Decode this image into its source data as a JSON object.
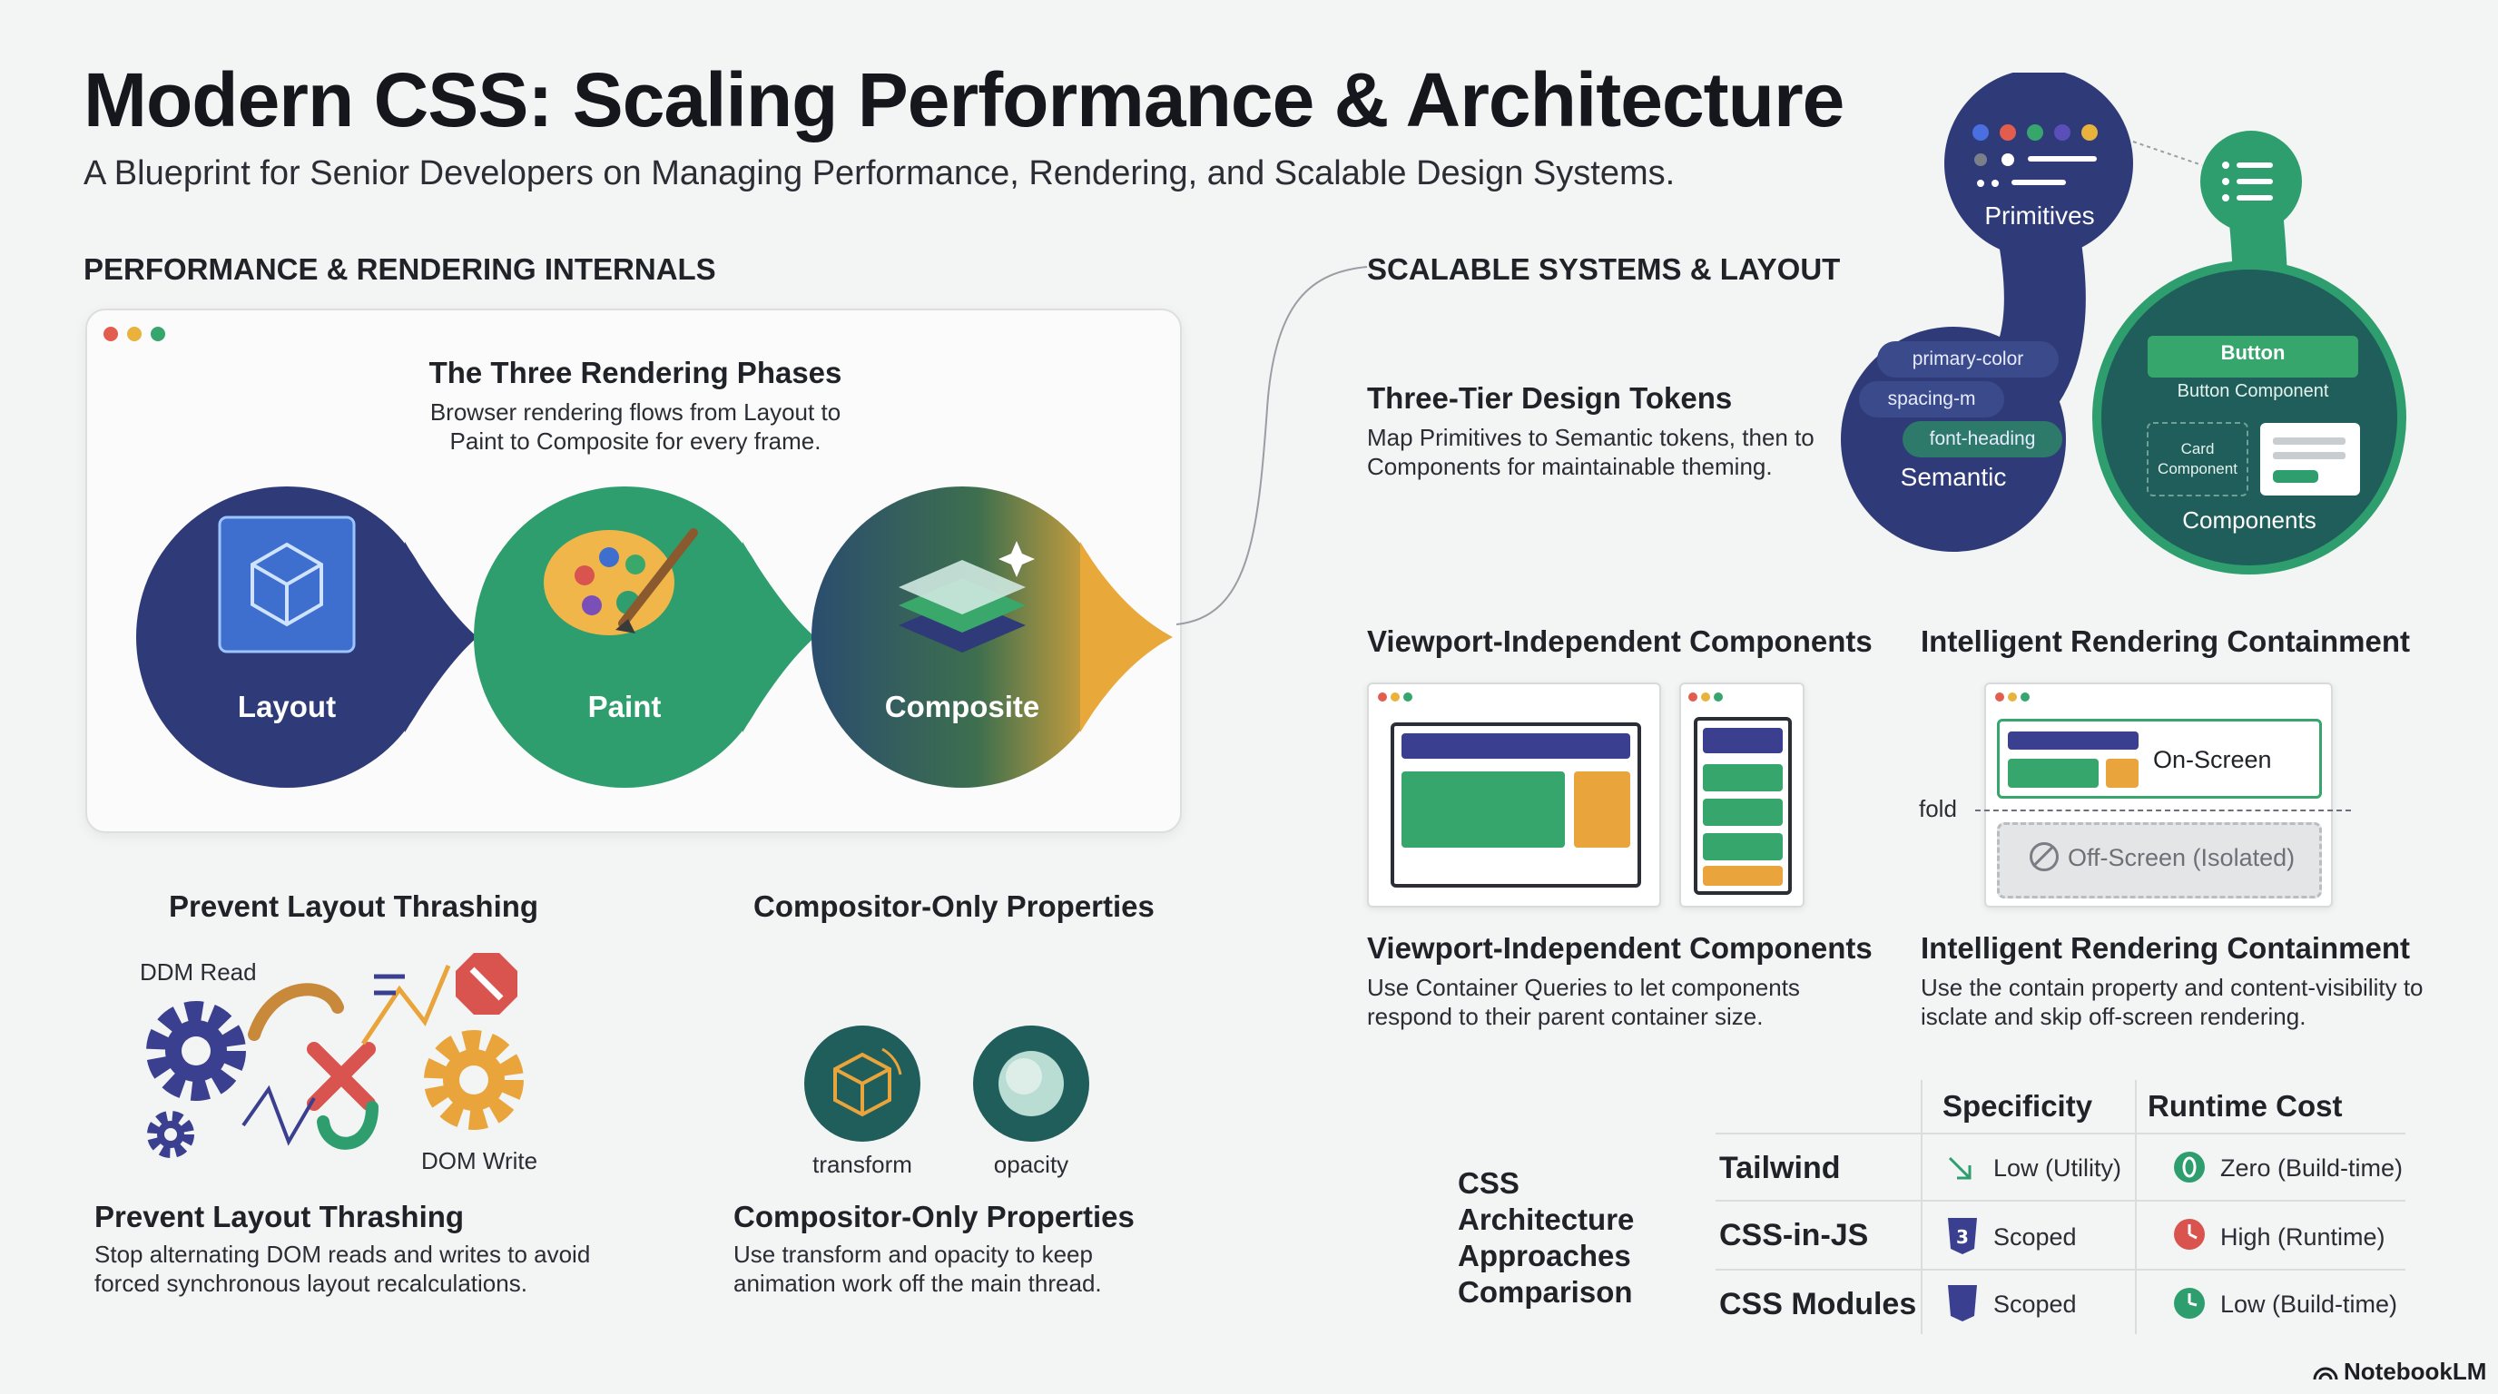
{
  "header": {
    "title": "Modern CSS: Scaling Performance & Architecture",
    "subtitle": "A Blueprint for Senior Developers on Managing Performance, Rendering, and Scalable Design Systems."
  },
  "left": {
    "section_title": "PERFORMANCE & RENDERING INTERNALS",
    "rendering": {
      "title": "The Three Rendering Phases",
      "description": "Browser rendering flows from Layout to Paint to Composite for every frame.",
      "phases": [
        "Layout",
        "Paint",
        "Composite"
      ]
    },
    "thrashing": {
      "heading": "Prevent Layout Thrashing",
      "dom_read": "DDM Read",
      "dom_write": "DOM Write",
      "title": "Prevent Layout Thrashing",
      "description": "Stop alternating DOM reads and writes to avoid forced synchronous layout recalculations."
    },
    "compositor": {
      "heading": "Compositor-Only Properties",
      "prop_transform": "transform",
      "prop_opacity": "opacity",
      "title": "Compositor-Only Properties",
      "description": "Use transform and opacity to keep animation work off the main thread."
    }
  },
  "right": {
    "section_title": "SCALABLE SYSTEMS & LAYOUT",
    "tokens": {
      "title": "Three-Tier Design Tokens",
      "description": "Map Primitives to Semantic tokens, then to Components for maintainable theming.",
      "primitives_label": "Primitives",
      "semantic_label": "Semantic",
      "semantic_tokens": [
        "primary-color",
        "spacing-m",
        "font-heading"
      ],
      "components_label": "Components",
      "button_label": "Button",
      "button_component_label": "Button Component",
      "card_component_label": "Card Component"
    },
    "viewport": {
      "heading": "Viewport-Independent Components",
      "title": "Viewport-Independent Components",
      "description": "Use Container Queries to let components respond to their parent container size."
    },
    "containment": {
      "heading": "Intelligent Rendering Containment",
      "on_screen": "On-Screen",
      "fold": "fold",
      "off_screen": "Off-Screen (Isolated)",
      "title": "Intelligent Rendering Containment",
      "description": "Use the contain property and content-visibility to isclate and skip off-screen rendering."
    },
    "comparison": {
      "title": "CSS Architecture Approaches Comparison",
      "headers": [
        "Specificity",
        "Runtime Cost"
      ],
      "rows": [
        {
          "name": "Tailwind",
          "specificity": "Low (Utility)",
          "runtime": "Zero (Build-time)"
        },
        {
          "name": "CSS-in-JS",
          "specificity": "Scoped",
          "runtime": "High (Runtime)"
        },
        {
          "name": "CSS Modules",
          "specificity": "Scoped",
          "runtime": "Low (Build-time)"
        }
      ]
    }
  },
  "footer": {
    "brand": "NotebookLM"
  },
  "colors": {
    "navy": "#2f3a78",
    "green": "#2f9e6e",
    "orange": "#e9a53b",
    "teal": "#1f5e5b",
    "red": "#d9534f"
  }
}
